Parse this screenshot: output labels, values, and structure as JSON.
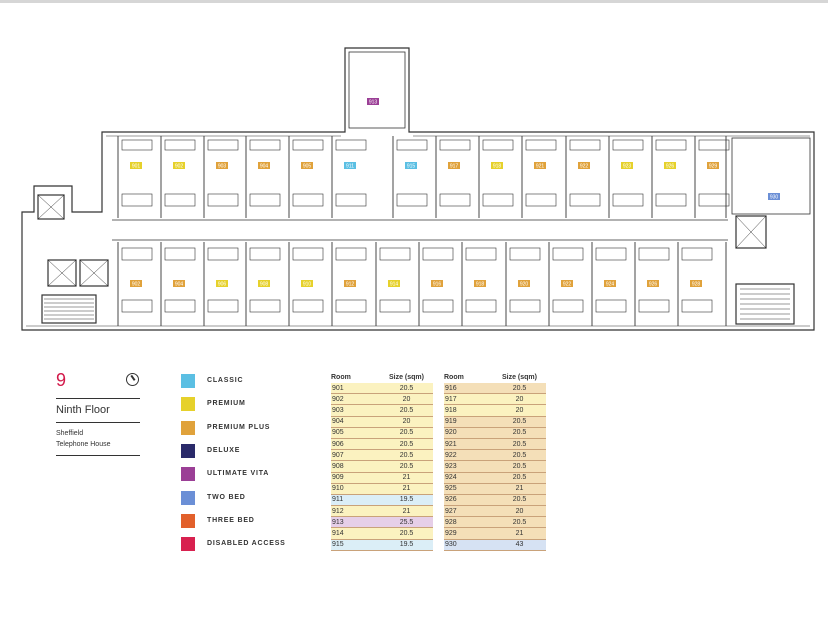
{
  "floor": {
    "number": "9",
    "name": "Ninth Floor",
    "building_line1": "Sheffield",
    "building_line2": "Telephone House"
  },
  "legend": [
    {
      "label": "CLASSIC",
      "color": "#5bbfe3"
    },
    {
      "label": "PREMIUM",
      "color": "#e6d12b"
    },
    {
      "label": "PREMIUM PLUS",
      "color": "#e0a23b"
    },
    {
      "label": "DELUXE",
      "color": "#2a2a6a"
    },
    {
      "label": "ULTIMATE VITA",
      "color": "#9b3f96"
    },
    {
      "label": "TWO BED",
      "color": "#6b8fd6"
    },
    {
      "label": "THREE BED",
      "color": "#e2602b"
    },
    {
      "label": "DISABLED ACCESS",
      "color": "#d8214f"
    }
  ],
  "table_headers": {
    "room": "Room",
    "size": "Size (sqm)"
  },
  "rooms_left": [
    {
      "room": "901",
      "size": "20.5",
      "color": "#fbf2c0"
    },
    {
      "room": "902",
      "size": "20",
      "color": "#fbf2c0"
    },
    {
      "room": "903",
      "size": "20.5",
      "color": "#fbf2c0"
    },
    {
      "room": "904",
      "size": "20",
      "color": "#fbf2c0"
    },
    {
      "room": "905",
      "size": "20.5",
      "color": "#fbf2c0"
    },
    {
      "room": "906",
      "size": "20.5",
      "color": "#fbf2c0"
    },
    {
      "room": "907",
      "size": "20.5",
      "color": "#fbf2c0"
    },
    {
      "room": "908",
      "size": "20.5",
      "color": "#fbf2c0"
    },
    {
      "room": "909",
      "size": "21",
      "color": "#fbf2c0"
    },
    {
      "room": "910",
      "size": "21",
      "color": "#fbf2c0"
    },
    {
      "room": "911",
      "size": "19.5",
      "color": "#dbeef7"
    },
    {
      "room": "912",
      "size": "21",
      "color": "#fbf2c0"
    },
    {
      "room": "913",
      "size": "25.5",
      "color": "#e6cfe8"
    },
    {
      "room": "914",
      "size": "20.5",
      "color": "#fbf2c0"
    },
    {
      "room": "915",
      "size": "19.5",
      "color": "#dbeef7"
    }
  ],
  "rooms_right": [
    {
      "room": "916",
      "size": "20.5",
      "color": "#f4dfb8"
    },
    {
      "room": "917",
      "size": "20",
      "color": "#fbf2c0"
    },
    {
      "room": "918",
      "size": "20",
      "color": "#fbf2c0"
    },
    {
      "room": "919",
      "size": "20.5",
      "color": "#f4dfb8"
    },
    {
      "room": "920",
      "size": "20.5",
      "color": "#f4dfb8"
    },
    {
      "room": "921",
      "size": "20.5",
      "color": "#f4dfb8"
    },
    {
      "room": "922",
      "size": "20.5",
      "color": "#f4dfb8"
    },
    {
      "room": "923",
      "size": "20.5",
      "color": "#f4dfb8"
    },
    {
      "room": "924",
      "size": "20.5",
      "color": "#f4dfb8"
    },
    {
      "room": "925",
      "size": "21",
      "color": "#f4dfb8"
    },
    {
      "room": "926",
      "size": "20.5",
      "color": "#f4dfb8"
    },
    {
      "room": "927",
      "size": "20",
      "color": "#f4dfb8"
    },
    {
      "room": "928",
      "size": "20.5",
      "color": "#f4dfb8"
    },
    {
      "room": "929",
      "size": "21",
      "color": "#f4dfb8"
    },
    {
      "room": "930",
      "size": "43",
      "color": "#d6e2f3"
    }
  ],
  "plan_tags": {
    "top_row": [
      {
        "room": "901",
        "color": "#e6d12b"
      },
      {
        "room": "902",
        "color": "#e6d12b"
      },
      {
        "room": "903",
        "color": "#e0a23b"
      },
      {
        "room": "904",
        "color": "#e0a23b"
      },
      {
        "room": "905",
        "color": "#e0a23b"
      },
      {
        "room": "911",
        "color": "#5bbfe3"
      },
      {
        "room": "915",
        "color": "#5bbfe3"
      },
      {
        "room": "917",
        "color": "#e0a23b"
      },
      {
        "room": "918",
        "color": "#e6d12b"
      },
      {
        "room": "921",
        "color": "#e0a23b"
      },
      {
        "room": "922",
        "color": "#e0a23b"
      },
      {
        "room": "923",
        "color": "#e6d12b"
      },
      {
        "room": "926",
        "color": "#e6d12b"
      },
      {
        "room": "929",
        "color": "#e0a23b"
      }
    ],
    "bottom_row": [
      {
        "room": "902",
        "color": "#e0a23b"
      },
      {
        "room": "904",
        "color": "#e0a23b"
      },
      {
        "room": "906",
        "color": "#e6d12b"
      },
      {
        "room": "908",
        "color": "#e6d12b"
      },
      {
        "room": "910",
        "color": "#e6d12b"
      },
      {
        "room": "912",
        "color": "#e0a23b"
      },
      {
        "room": "914",
        "color": "#e6d12b"
      },
      {
        "room": "916",
        "color": "#e0a23b"
      },
      {
        "room": "918",
        "color": "#e0a23b"
      },
      {
        "room": "920",
        "color": "#e0a23b"
      },
      {
        "room": "922",
        "color": "#e0a23b"
      },
      {
        "room": "924",
        "color": "#e0a23b"
      },
      {
        "room": "926",
        "color": "#e0a23b"
      },
      {
        "room": "928",
        "color": "#e0a23b"
      }
    ],
    "ultimate": {
      "room": "913",
      "color": "#9b3f96"
    },
    "two_bed": {
      "room": "930",
      "color": "#6b8fd6"
    }
  }
}
